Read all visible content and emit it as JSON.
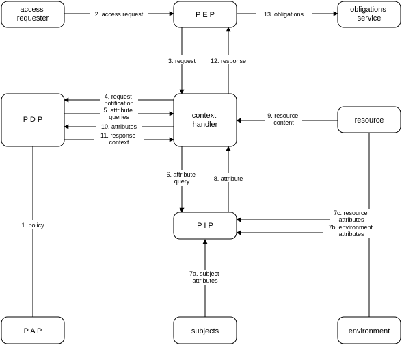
{
  "nodes": {
    "access_requester": [
      "access",
      "requester"
    ],
    "pep": [
      "P E P"
    ],
    "obligations_service": [
      "obligations",
      "service"
    ],
    "pdp": [
      "P D P"
    ],
    "context_handler": [
      "context",
      "handler"
    ],
    "resource": [
      "resource"
    ],
    "pip": [
      "P I P"
    ],
    "pap": [
      "P A P"
    ],
    "subjects": [
      "subjects"
    ],
    "environment": [
      "environment"
    ]
  },
  "edges": {
    "access_request": [
      "2. access request"
    ],
    "obligations": [
      "13. obligations"
    ],
    "request": [
      "3. request"
    ],
    "response": [
      "12. response"
    ],
    "request_notification": [
      "4. request",
      "notification"
    ],
    "attribute_queries": [
      "5. attribute",
      "queries"
    ],
    "attributes": [
      "10. attributes"
    ],
    "response_context": [
      "11. response",
      "context"
    ],
    "resource_content": [
      "9. resource",
      "content"
    ],
    "attribute_query": [
      "6. attribute",
      "query"
    ],
    "attribute": [
      "8. attribute"
    ],
    "policy": [
      "1. policy"
    ],
    "resource_attributes": [
      "7c. resource",
      "attributes"
    ],
    "environment_attributes": [
      "7b. environment",
      "attributes"
    ],
    "subject_attributes": [
      "7a. subject",
      "attributes"
    ]
  }
}
